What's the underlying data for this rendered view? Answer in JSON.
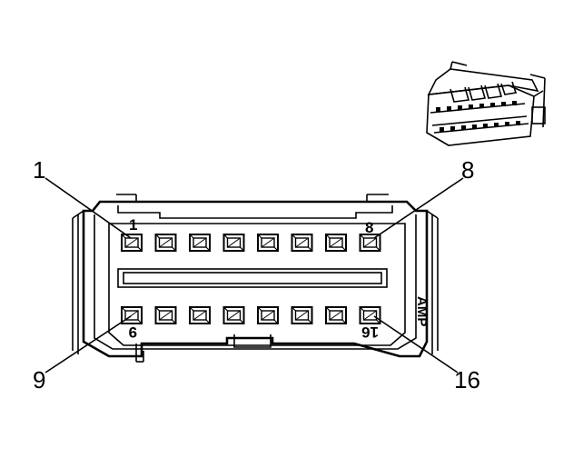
{
  "callouts": {
    "top_left": "1",
    "top_right": "8",
    "bottom_left": "9",
    "bottom_right": "16"
  },
  "housing_marks": {
    "pin1": "1",
    "pin8": "8",
    "pin9": "9",
    "pin16": "16"
  },
  "brand_mark": "AMP"
}
